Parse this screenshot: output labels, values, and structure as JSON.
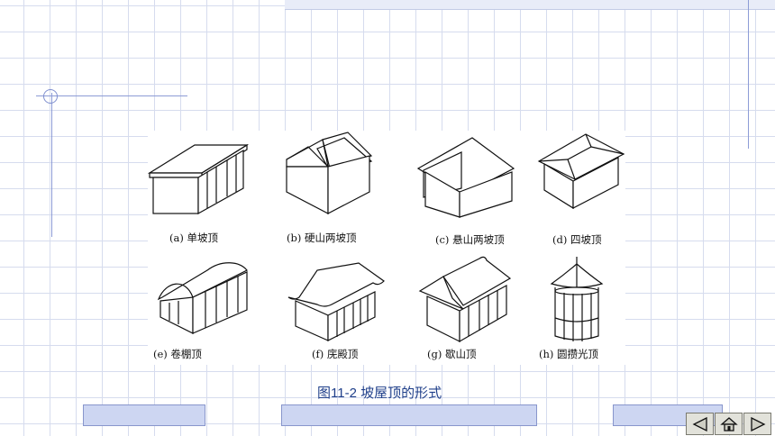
{
  "figure": {
    "title": "图11-2  坡屋顶的形式",
    "items": [
      {
        "label": "(a) 单坡顶"
      },
      {
        "label": "(b) 硬山两坡顶"
      },
      {
        "label": "(c) 悬山两坡顶"
      },
      {
        "label": "(d) 四坡顶"
      },
      {
        "label": "(e) 卷棚顶"
      },
      {
        "label": "(f) 庑殿顶"
      },
      {
        "label": "(g) 歇山顶"
      },
      {
        "label": "(h) 圆攒光顶"
      }
    ]
  },
  "nav": {
    "prev": "previous-icon",
    "home": "home-icon",
    "next": "next-icon"
  },
  "colors": {
    "caption": "#1f3f8a",
    "grid": "#d6dcee",
    "accent": "#8d9cd6"
  }
}
